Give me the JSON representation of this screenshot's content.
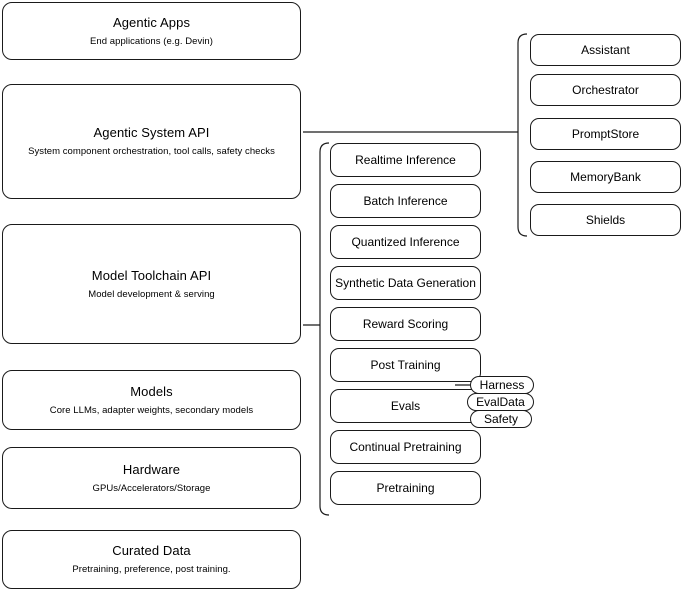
{
  "diagram": {
    "title": "Agentic stack layer diagram",
    "stroke_color": "#1a1a1a",
    "background_color": "#ffffff"
  },
  "stack_layers": [
    {
      "name": "agentic-apps",
      "title": "Agentic Apps",
      "subtitle": "End applications (e.g. Devin)"
    },
    {
      "name": "agentic-system-api",
      "title": "Agentic System API",
      "subtitle": "System component orchestration, tool calls, safety checks"
    },
    {
      "name": "model-toolchain-api",
      "title": "Model Toolchain API",
      "subtitle": "Model development & serving"
    },
    {
      "name": "models",
      "title": "Models",
      "subtitle": "Core LLMs, adapter weights, secondary models"
    },
    {
      "name": "hardware",
      "title": "Hardware",
      "subtitle": "GPUs/Accelerators/Storage"
    },
    {
      "name": "curated-data",
      "title": "Curated Data",
      "subtitle": "Pretraining, preference, post training."
    }
  ],
  "toolchain_components": [
    {
      "name": "realtime-inference",
      "title": "Realtime Inference"
    },
    {
      "name": "batch-inference",
      "title": "Batch Inference"
    },
    {
      "name": "quantized-inference",
      "title": "Quantized Inference"
    },
    {
      "name": "synthetic-data-generation",
      "title": "Synthetic Data Generation"
    },
    {
      "name": "reward-scoring",
      "title": "Reward Scoring"
    },
    {
      "name": "post-training",
      "title": "Post Training"
    },
    {
      "name": "evals",
      "title": "Evals"
    },
    {
      "name": "continual-pretraining",
      "title": "Continual Pretraining"
    },
    {
      "name": "pretraining",
      "title": "Pretraining"
    }
  ],
  "evals_pills": [
    {
      "name": "harness",
      "title": "Harness"
    },
    {
      "name": "evaldata",
      "title": "EvalData"
    },
    {
      "name": "safety",
      "title": "Safety"
    }
  ],
  "system_components": [
    {
      "name": "assistant",
      "title": "Assistant"
    },
    {
      "name": "orchestrator",
      "title": "Orchestrator"
    },
    {
      "name": "promptstore",
      "title": "PromptStore"
    },
    {
      "name": "memorybank",
      "title": "MemoryBank"
    },
    {
      "name": "shields",
      "title": "Shields"
    }
  ]
}
